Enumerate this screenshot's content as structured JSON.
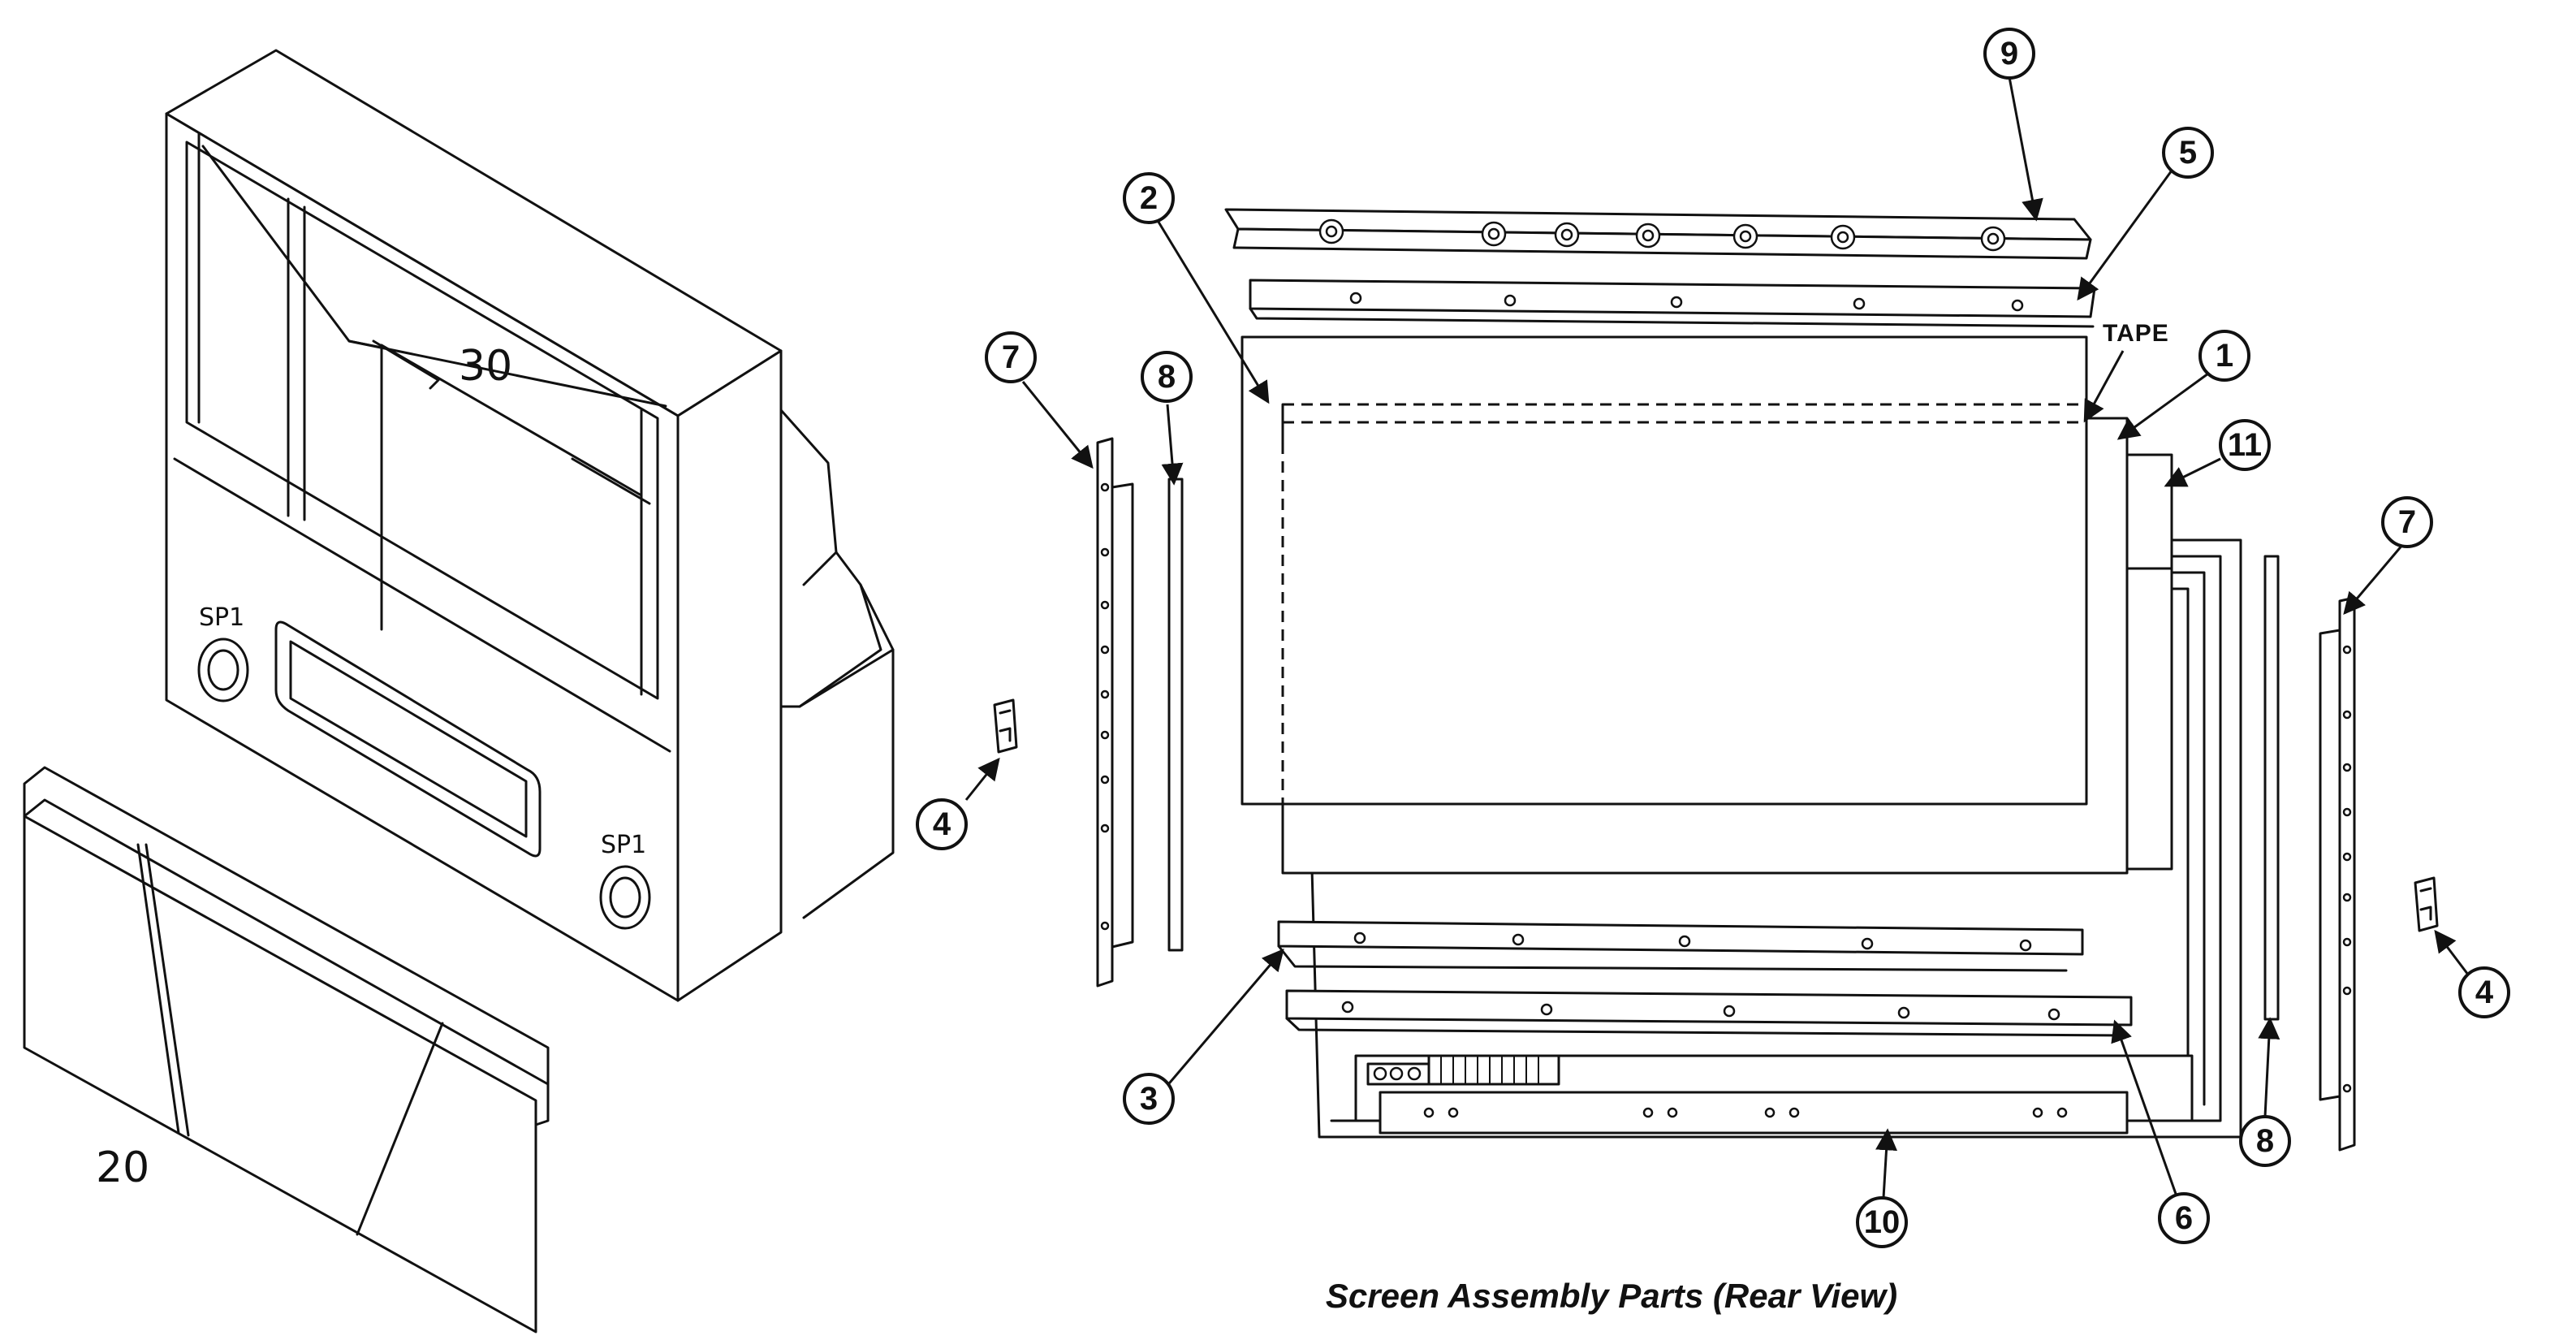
{
  "caption": "Screen Assembly Parts (Rear View)",
  "tape_label": "TAPE",
  "cabinet_labels": {
    "top_part": "30",
    "front_panel": "20",
    "speaker_left": "SP1",
    "speaker_right": "SP1"
  },
  "callouts": {
    "c1": "1",
    "c2": "2",
    "c3": "3",
    "c4_left": "4",
    "c4_right": "4",
    "c5": "5",
    "c6": "6",
    "c7_left": "7",
    "c7_right": "7",
    "c8_left": "8",
    "c8_right": "8",
    "c9": "9",
    "c10": "10",
    "c11": "11"
  }
}
